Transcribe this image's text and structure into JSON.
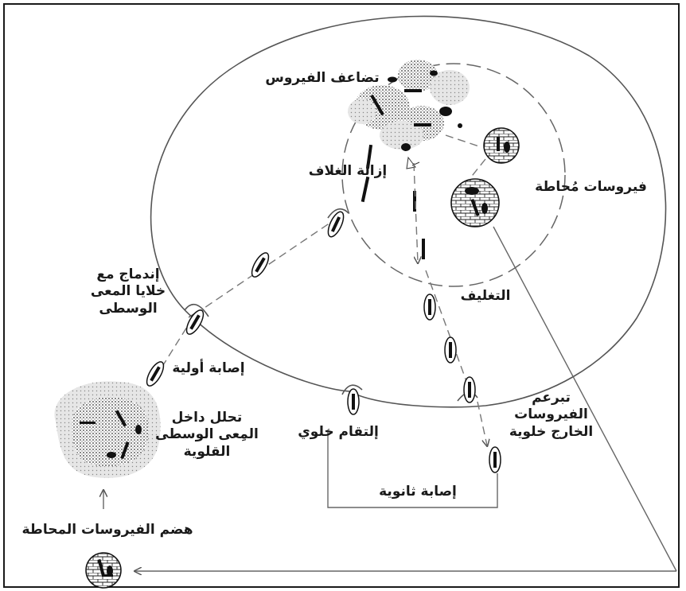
{
  "labels": {
    "virus_replication": "تضاعف الفيروس",
    "uncoating": "إزالة الغلاف",
    "enveloped_viruses": "فيروسات مُحاطة",
    "fusion": "إندماج مع\nخلايا المعى\nالوسطى",
    "envelopment": "التغليف",
    "primary_infection": "إصابة أولية",
    "dissolution": "تحلل داخل\nالمِعى الوسطى\nالقلوية",
    "endocytosis": "إلتقام خلوي",
    "budding": "تبرعم\nالفيروسات\nالخارج خلوية",
    "secondary_infection": "إصابة ثانوية",
    "digestion": "هضم الفيروسات المحاطة"
  },
  "colors": {
    "ink": "#1a1a1a",
    "line": "#555555",
    "stipple": "#bdbdbd"
  }
}
